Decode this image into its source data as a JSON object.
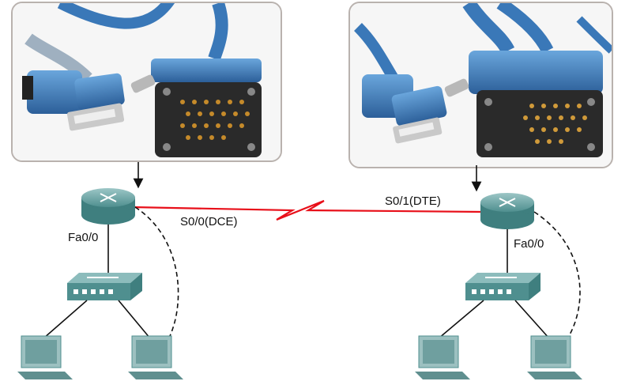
{
  "labels": {
    "left_serial": "S0/0(DCE)",
    "right_serial": "S0/1(DTE)",
    "left_fa": "Fa0/0",
    "right_fa": "Fa0/0"
  },
  "photos": {
    "left": {
      "depicts": "smart-serial to V.35 serial cable (DCE)"
    },
    "right": {
      "depicts": "smart-serial to V.35 serial cable (DTE)"
    }
  },
  "colors": {
    "serial_link": "#e8101a",
    "cable_blue": "#3f7fc0",
    "router_body": "#4f8f8f",
    "switch_body": "#4f8f8f",
    "pc_body": "#7aa8a8"
  }
}
